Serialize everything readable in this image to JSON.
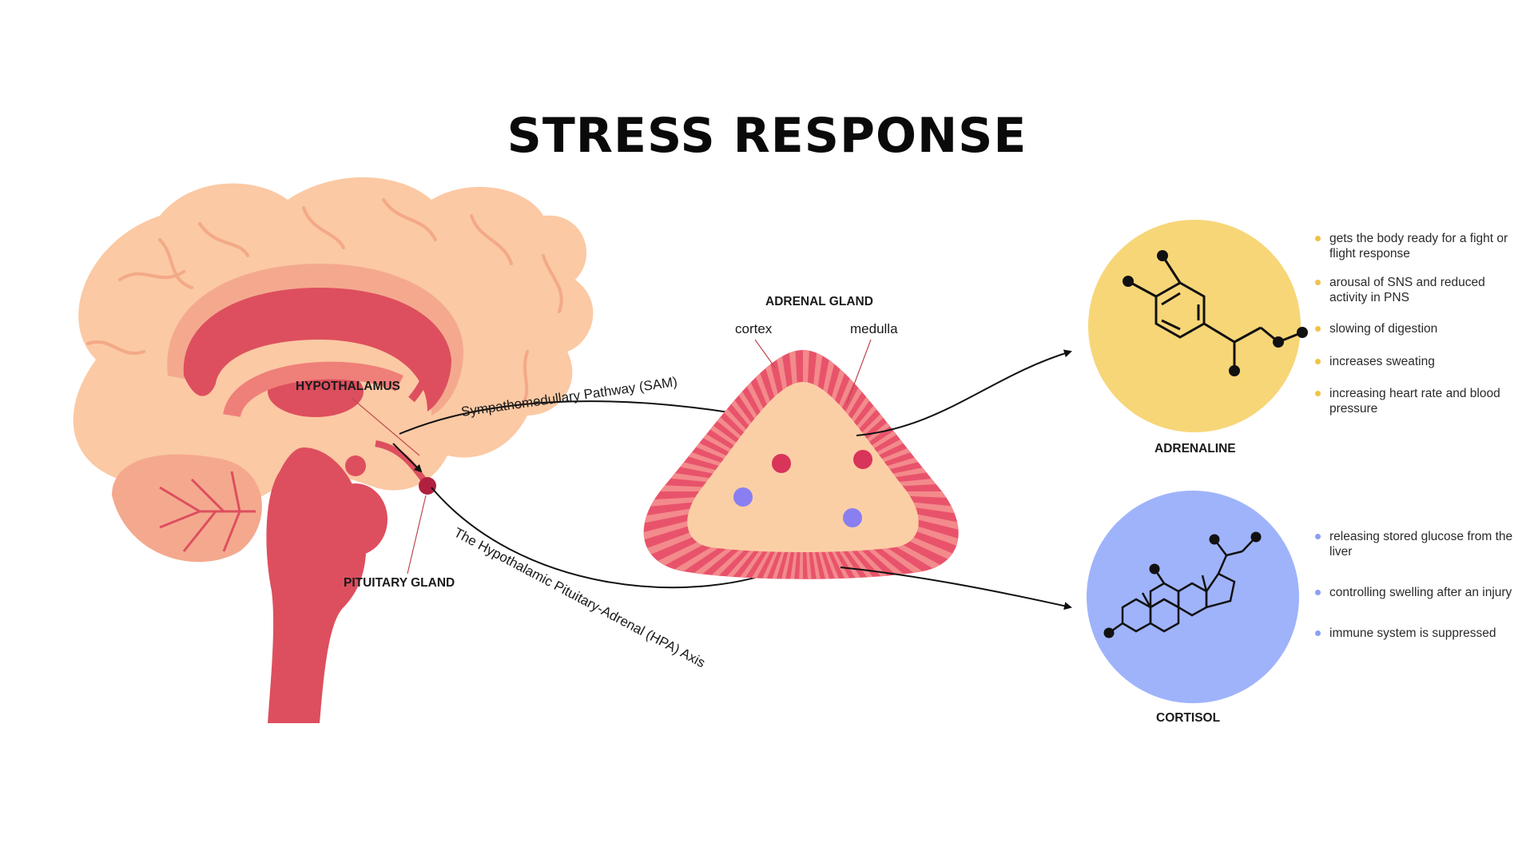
{
  "title": "STRESS RESPONSE",
  "brain": {
    "hypothalamus_label": "HYPOTHALAMUS",
    "pituitary_label": "PITUITARY GLAND"
  },
  "pathways": {
    "sam": "Sympathomedullary Pathway (SAM)",
    "hpa": "The Hypothalamic Pituitary-Adrenal (HPA) Axis"
  },
  "adrenal": {
    "title": "ADRENAL GLAND",
    "cortex": "cortex",
    "medulla": "medulla"
  },
  "adrenaline": {
    "label": "ADRENALINE",
    "color": "#f7d678",
    "dot_color": "#f0c24a",
    "effects": [
      "gets the body ready for a fight or flight response",
      "arousal of SNS and reduced activity in PNS",
      "slowing of digestion",
      "increases sweating",
      "increasing heart rate and blood pressure"
    ]
  },
  "cortisol": {
    "label": "CORTISOL",
    "color": "#9fb3fb",
    "dot_color": "#8aa0f5",
    "effects": [
      "releasing stored glucose from the liver",
      "controlling swelling after an injury",
      "immune system is suppressed"
    ]
  },
  "colors": {
    "brain_light": "#fbc9a4",
    "brain_mid": "#f4a98f",
    "brain_salmon": "#ef7f79",
    "brain_red": "#dd4f5e",
    "adrenal_outer": "#e8536b",
    "adrenal_inner": "#fbcfa6",
    "dot_red": "#d9345a",
    "dot_purple": "#8a7ff0"
  }
}
